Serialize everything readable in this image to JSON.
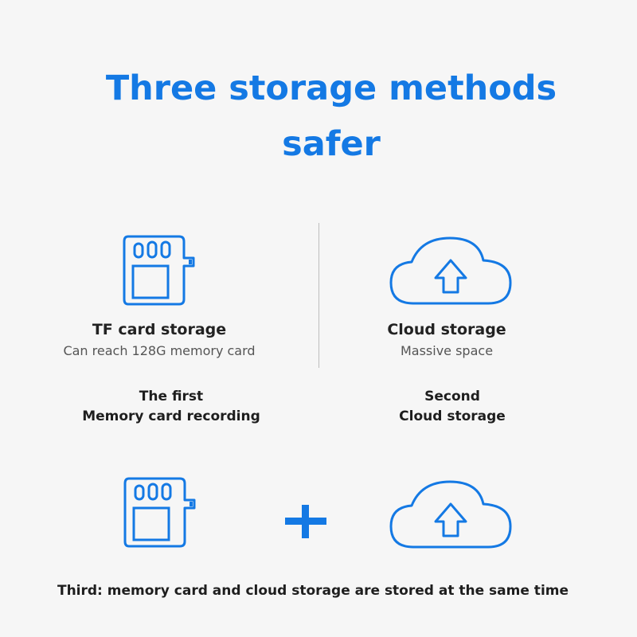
{
  "header": {
    "title_line1": "Three storage methods",
    "title_line2": "safer"
  },
  "methods": {
    "tf_card": {
      "title": "TF card storage",
      "subtitle": "Can reach 128G memory card",
      "icon": "sd-card-icon"
    },
    "cloud": {
      "title": "Cloud storage",
      "subtitle": "Massive space",
      "icon": "cloud-upload-icon"
    }
  },
  "captions": {
    "first_line1": "The first",
    "first_line2": "Memory card recording",
    "second_line1": "Second",
    "second_line2": "Cloud storage"
  },
  "combined": {
    "operator_icon": "plus-icon",
    "text": "Third: memory card and cloud storage are stored at the same time"
  },
  "colors": {
    "accent": "#1479e4",
    "background": "#f6f6f6"
  }
}
